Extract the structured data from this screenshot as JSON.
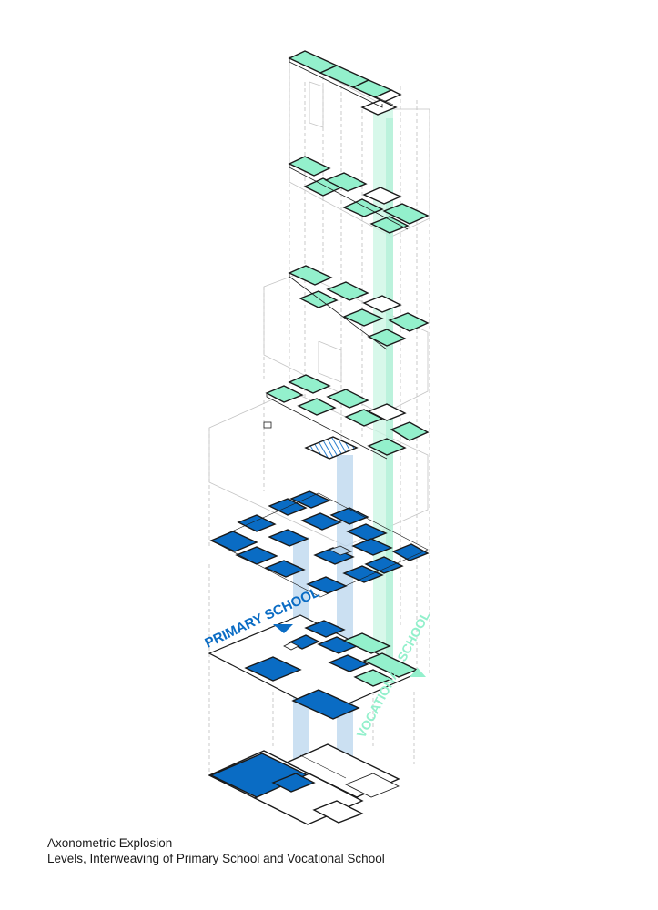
{
  "diagram": {
    "labels": {
      "primary": "PRIMARY SCHOOL",
      "vocational": "VOCATIONAL SCHOOL"
    },
    "colors": {
      "primary": "#0a6cc4",
      "primary_light": "#b9d6ee",
      "vocational": "#93f0cc",
      "vocational_light": "#c9f6e3",
      "line": "#1a1a1a",
      "ghost": "#b5b5b5"
    },
    "levels": [
      {
        "name": "level-ground",
        "school": "primary"
      },
      {
        "name": "level-1",
        "school": "primary"
      },
      {
        "name": "level-2",
        "school": "primary"
      },
      {
        "name": "level-3",
        "school": "vocational"
      },
      {
        "name": "level-4",
        "school": "vocational"
      },
      {
        "name": "level-5",
        "school": "vocational"
      },
      {
        "name": "level-6",
        "school": "vocational"
      }
    ]
  },
  "caption": {
    "title": "Axonometric Explosion",
    "subtitle": "Levels, Interweaving of Primary School and Vocational School"
  }
}
